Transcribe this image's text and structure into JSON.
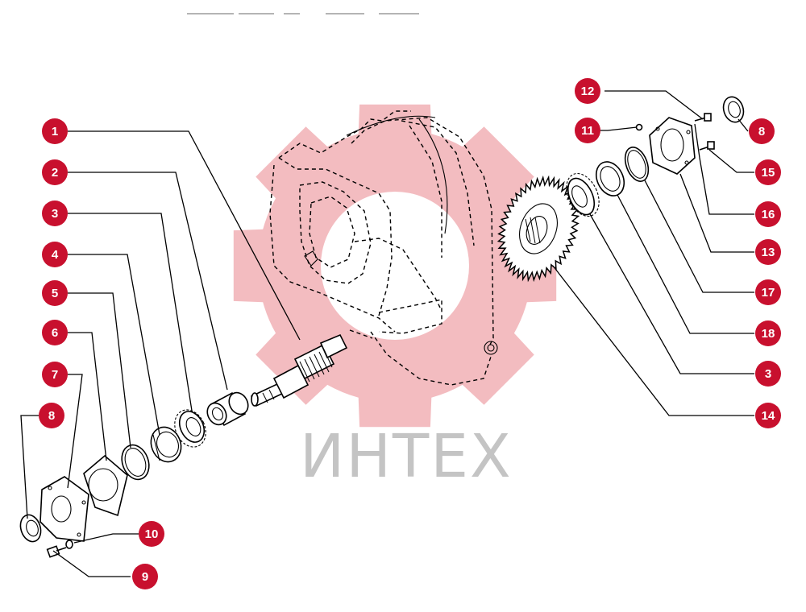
{
  "watermark": {
    "text": "ИНТЕХ",
    "gear_color": "#f2b8bd",
    "text_color": "#c4c4c4"
  },
  "callout_color": "#c8102e",
  "callouts": [
    "1",
    "2",
    "3",
    "4",
    "5",
    "6",
    "7",
    "8",
    "9",
    "10",
    "11",
    "12",
    "8",
    "15",
    "16",
    "13",
    "17",
    "18",
    "3",
    "14"
  ]
}
